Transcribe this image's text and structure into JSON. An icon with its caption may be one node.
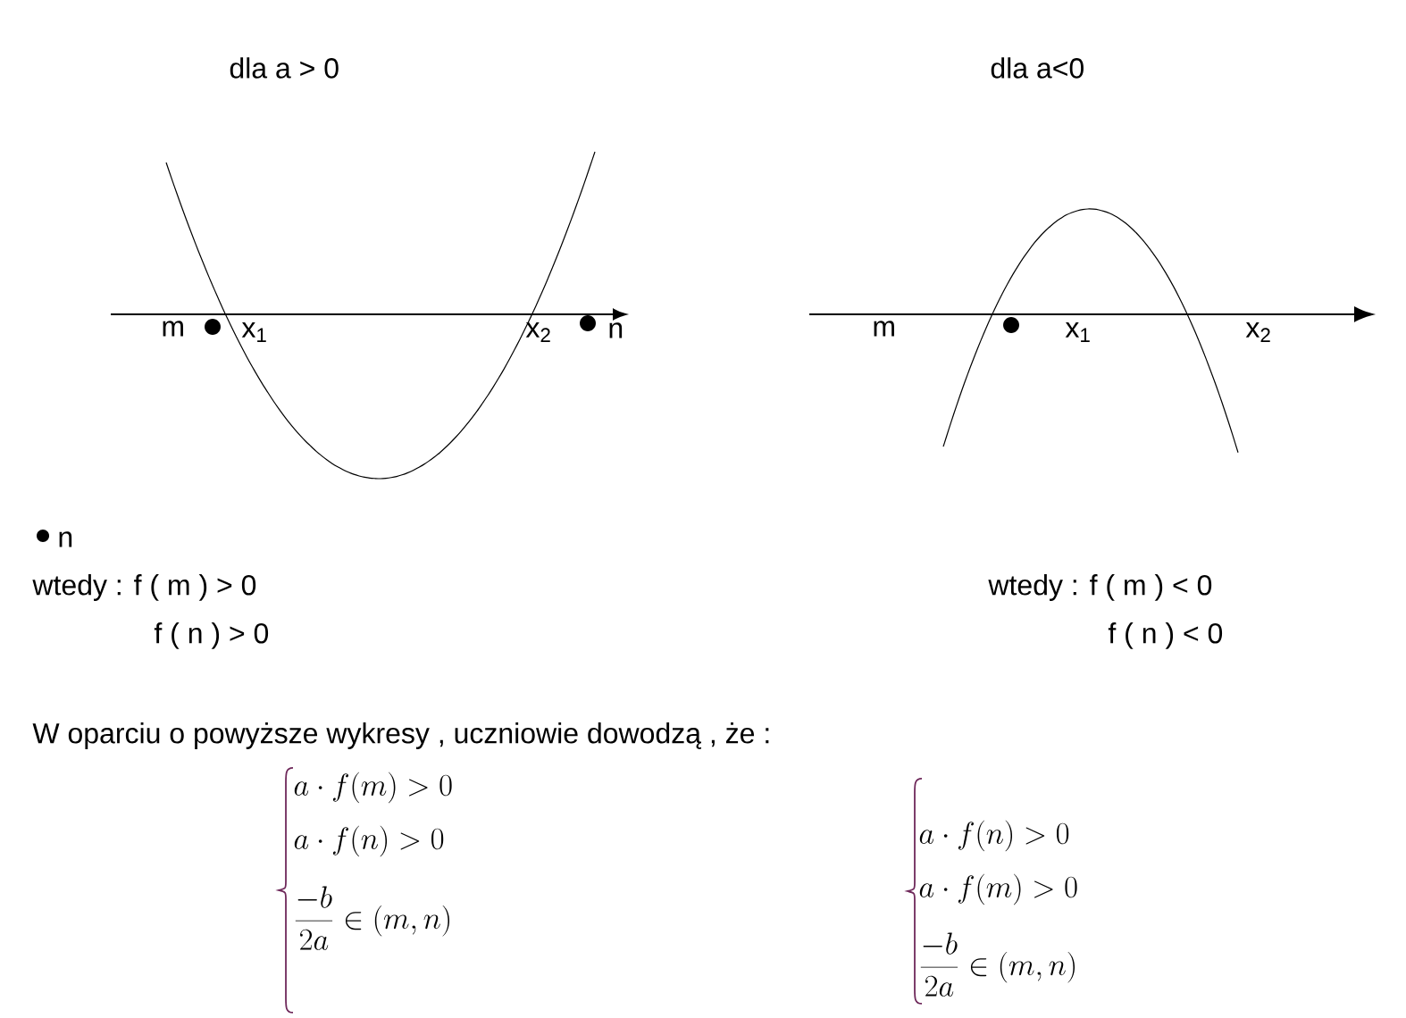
{
  "diagram": {
    "labels": [
      "dla  a > 0",
      "dla a<0",
      "m",
      "x$_{1}$",
      "x$_{2}$",
      "n",
      "m",
      "x$_{1}$",
      "x$_{2}$",
      "n",
      "wtedy : f ( m ) > 0",
      "wtedy : f ( m ) < 0",
      "f ( n )  > 0",
      "f ( n ) < 0",
      "W oparciu o powyższe wykresy , uczniowie dowodzą , że :",
      "a \\cdot f(m) > 0",
      "a \\cdot f(n) > 0",
      "\\frac{-b}{2a} \\in (m,n)",
      "a \\cdot f(n) > 0",
      "a \\cdot f(m) > 0",
      "\\frac{-b}{2a} \\in (m,n)"
    ]
  }
}
